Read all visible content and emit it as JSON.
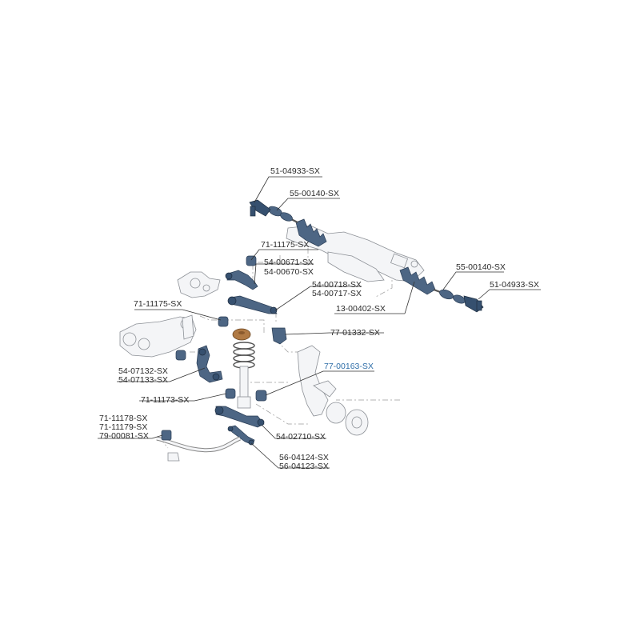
{
  "labels": {
    "tie_rod_end_left": "51-04933-SX",
    "inner_tie_rod_left": "55-00140-SX",
    "inner_tie_rod_right": "55-00140-SX",
    "tie_rod_end_right": "51-04933-SX",
    "upper_arm_bushing": "71-11175-SX",
    "upper_arm_a": "54-00671-SX",
    "upper_arm_b": "54-00670-SX",
    "upper_arm2_a": "54-00718-SX",
    "upper_arm2_b": "54-00717-SX",
    "lower_bushing": "71-11175-SX",
    "steering_rack": "13-00402-SX",
    "strut_mount": "77-01332-SX",
    "bump_stop": "77-00163-SX",
    "lower_arm_a": "54-07132-SX",
    "lower_arm_b": "54-07133-SX",
    "arm_bushing": "71-11173-SX",
    "stab_bushing_a": "71-11178-SX",
    "stab_bushing_b": "71-11179-SX",
    "stab_link_kit": "79-00081-SX",
    "control_arm": "54-02710-SX",
    "stab_link_a": "56-04124-SX",
    "stab_link_b": "56-04123-SX"
  },
  "colors": {
    "highlight_part": "#4d6684",
    "highlight_label": "#2f6ea8",
    "strut_mount": "#b07a45"
  }
}
